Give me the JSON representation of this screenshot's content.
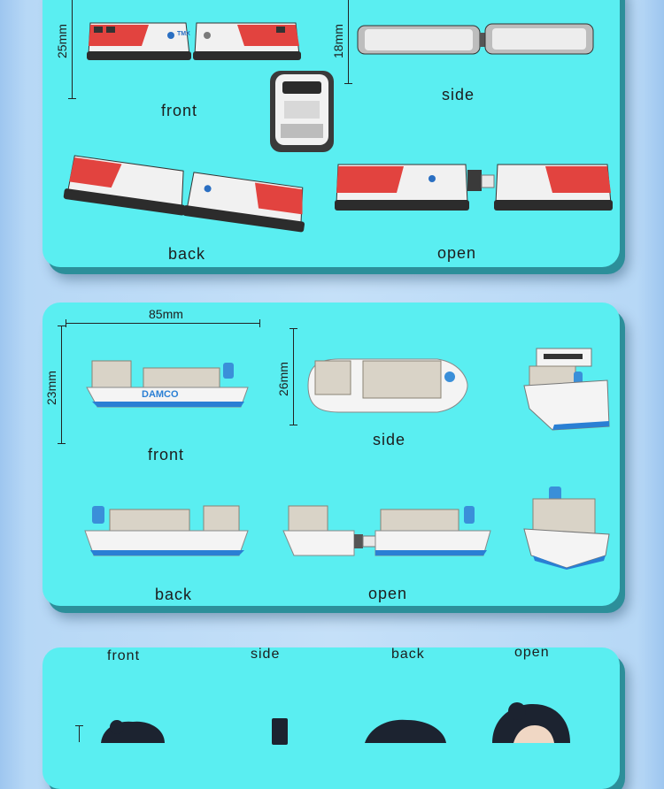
{
  "train_panel": {
    "dim_height_front": "25mm",
    "dim_height_side": "18mm",
    "label_front": "front",
    "label_side": "side",
    "label_back": "back",
    "label_open": "open",
    "logo_text": "TMX"
  },
  "ship_panel": {
    "dim_length": "85mm",
    "dim_height_front": "23mm",
    "dim_height_side": "26mm",
    "label_front": "front",
    "label_side": "side",
    "label_back": "back",
    "label_open": "open",
    "logo_text": "DAMCO"
  },
  "figure_panel": {
    "label_front": "front",
    "label_side": "side",
    "label_back": "back",
    "label_open": "open"
  },
  "colors": {
    "panel": "#5aeef1",
    "panel_shadow": "#2c8f9a",
    "train_red": "#e2433f",
    "train_white": "#f2f2f2",
    "ship_blue": "#2a7fd4"
  }
}
